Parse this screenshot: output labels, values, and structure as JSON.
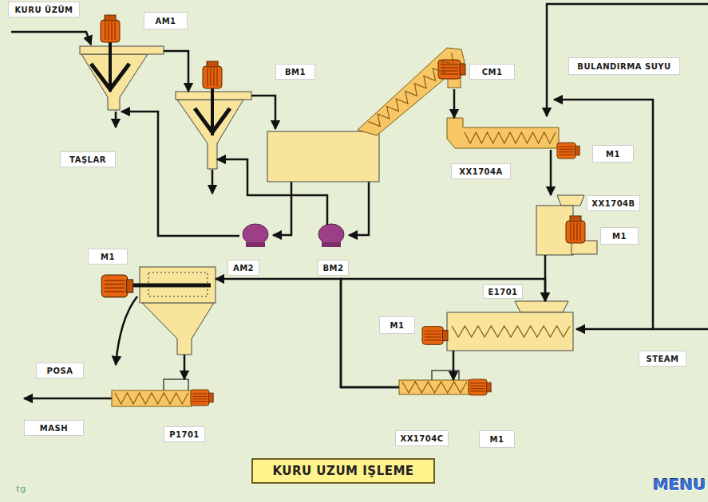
{
  "diagram": {
    "title": "KURU UZUM IŞLEME",
    "nodes": [
      {
        "text": [
          "AM1"
        ]
      },
      {
        "text": [
          "BM1"
        ]
      },
      {
        "text": [
          "CM1"
        ]
      },
      {
        "text": [
          "XX1704A"
        ]
      },
      {
        "text": [
          "XX1704B"
        ]
      },
      {
        "text": [
          "E1701"
        ]
      },
      {
        "text": [
          "XX1704C"
        ]
      },
      {
        "text": [
          "M1"
        ]
      },
      {
        "text": [
          "P1701"
        ]
      },
      {
        "text": [
          "AM2"
        ]
      },
      {
        "text": [
          "BM2"
        ]
      }
    ],
    "edges": [
      {
        "from": 0,
        "to": 1,
        "arrow": "to"
      },
      {
        "from": 2,
        "to": 3,
        "arrow": "to"
      },
      {
        "from": 3,
        "to": 4,
        "arrow": "to"
      },
      {
        "from": 4,
        "to": 5,
        "arrow": "to"
      },
      {
        "from": 5,
        "to": 6,
        "arrow": "to"
      },
      {
        "from": 6,
        "to": 7,
        "arrow": "to"
      },
      {
        "from": 6,
        "to": 5,
        "arrow": "to"
      },
      {
        "from": 7,
        "to": 8,
        "arrow": "to"
      },
      {
        "from": 9,
        "to": 0,
        "arrow": "to"
      },
      {
        "from": 10,
        "to": 1,
        "arrow": "to"
      }
    ],
    "labels": [
      "KURU ÜZÜM",
      "TAŞLAR",
      "BULANDIRMA SUYU",
      "M1",
      "M1",
      "M1",
      "M1",
      "STEAM",
      "POSA",
      "MASH",
      "MENU",
      "tg"
    ]
  }
}
